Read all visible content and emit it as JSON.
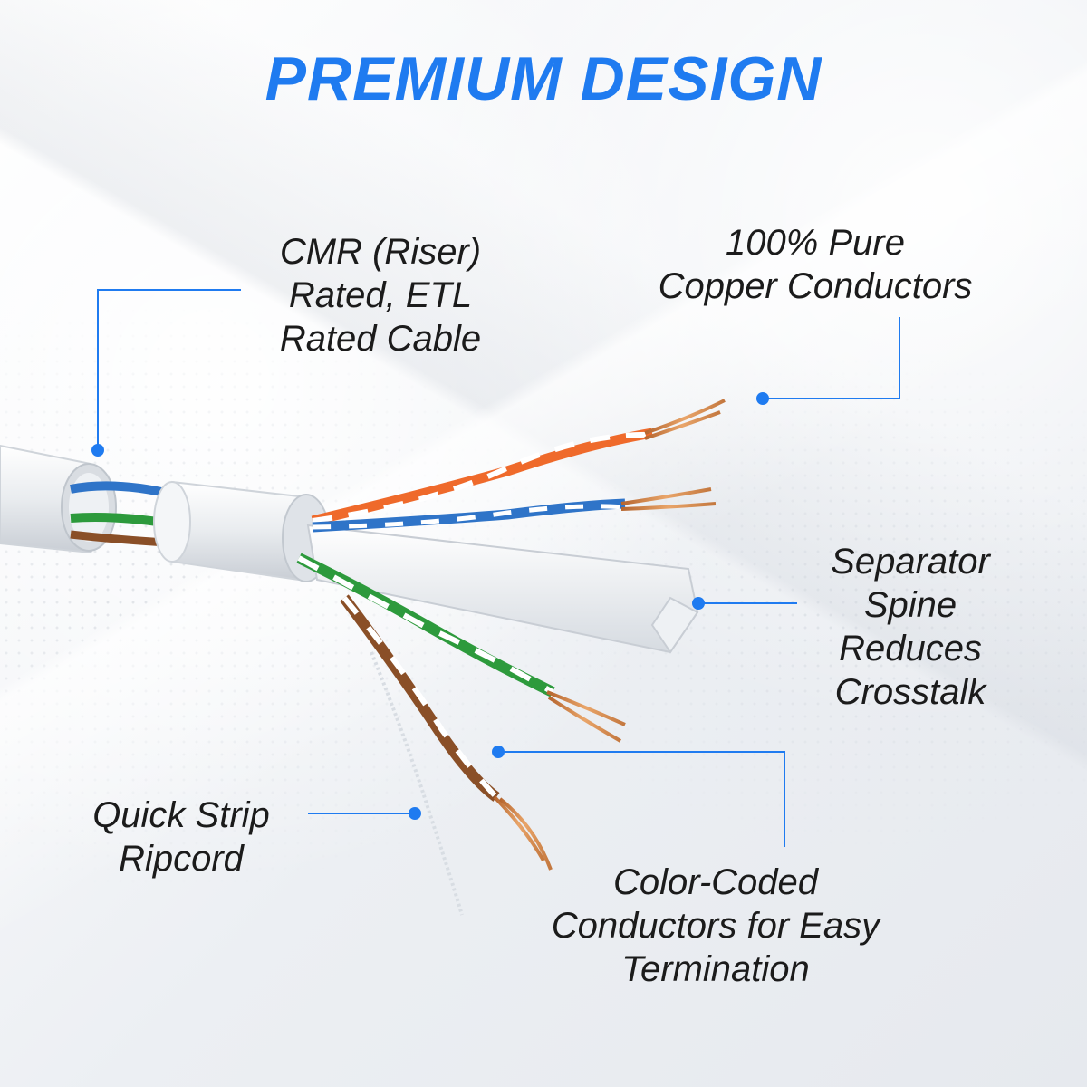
{
  "title": "PREMIUM DESIGN",
  "accent_color": "#1f7bf0",
  "callouts": {
    "cmr": [
      "CMR (Riser)",
      "Rated, ETL",
      "Rated Cable"
    ],
    "copper": [
      "100% Pure",
      "Copper Conductors"
    ],
    "spine": [
      "Separator",
      "Spine",
      "Reduces",
      "Crosstalk"
    ],
    "ripcord": [
      "Quick Strip",
      "Ripcord"
    ],
    "color_coded": [
      "Color-Coded",
      "Conductors for Easy",
      "Termination"
    ]
  },
  "wire_colors": {
    "orange": "#ef6a2b",
    "blue": "#2f74c8",
    "green": "#2d9a3c",
    "brown": "#8a4f27",
    "copper": "#c97a42"
  }
}
